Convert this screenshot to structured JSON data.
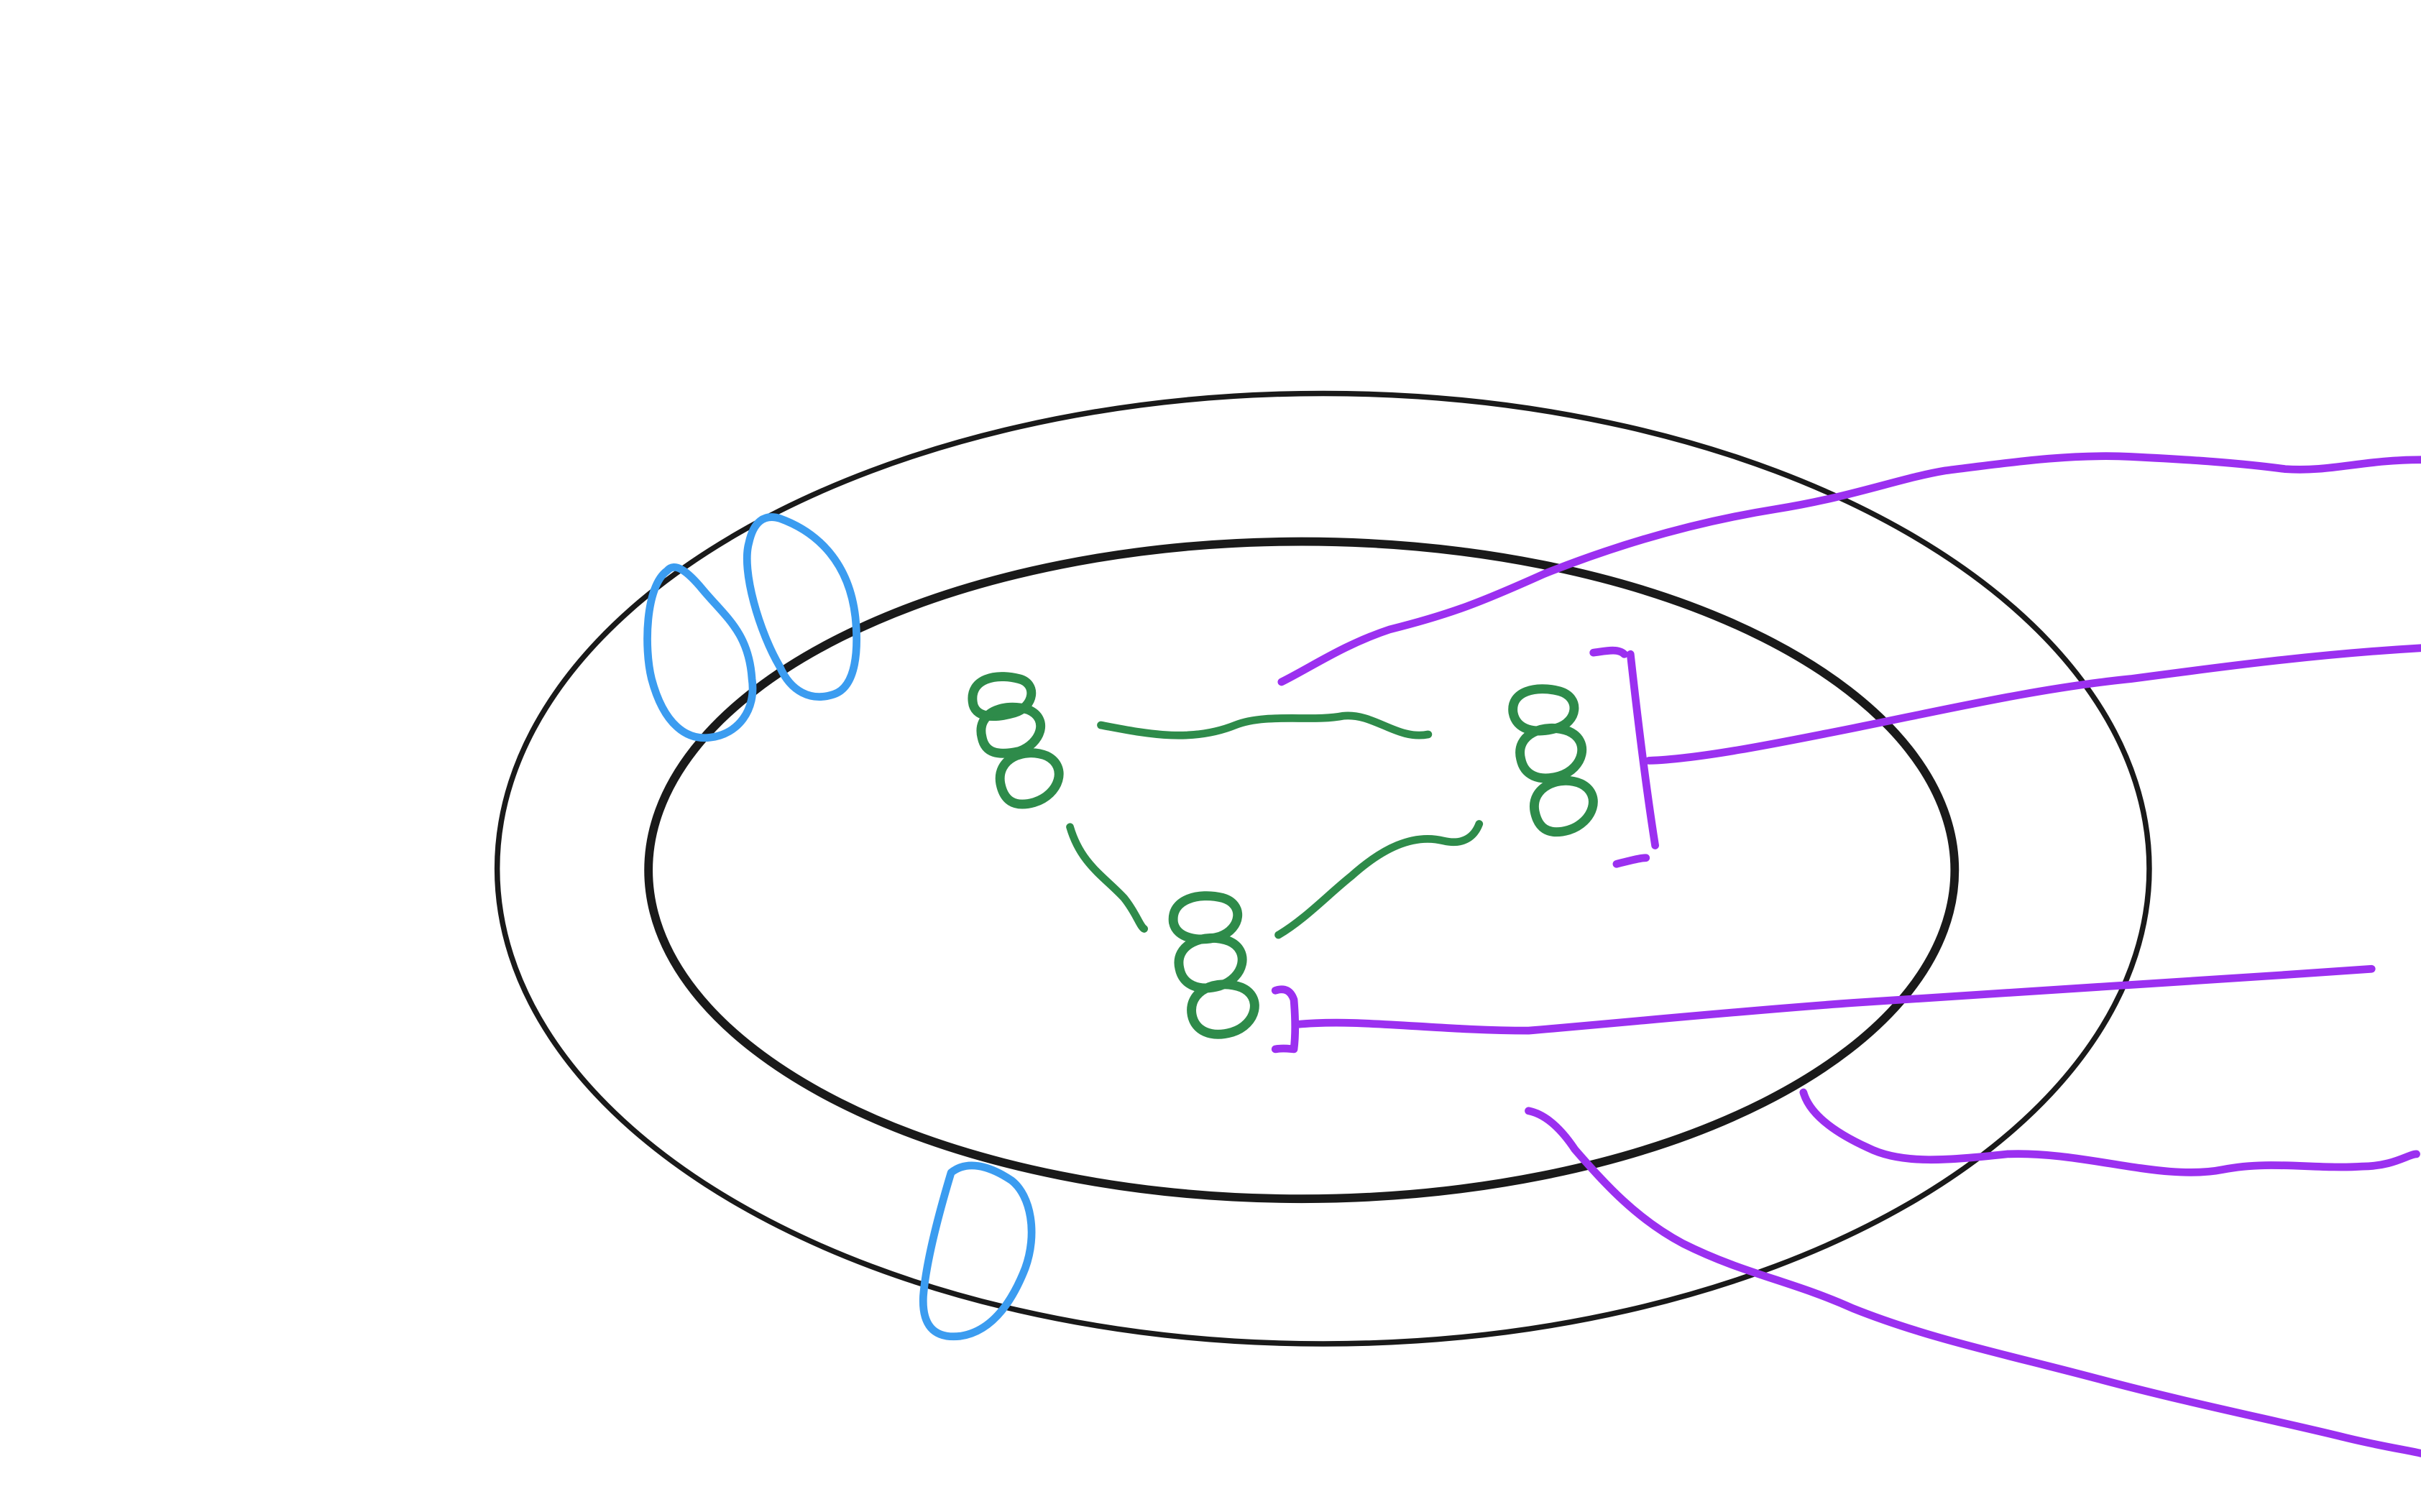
{
  "colors": {
    "background": "#ffffff",
    "outline": "#1a1a1a",
    "membrane_protein": "#3b9cf0",
    "molecule": "#2e8b4a",
    "pointer_line": "#9b30f0"
  },
  "shapes": {
    "outer_ellipse": "outer-ellipse",
    "inner_ellipse": "inner-ellipse",
    "blue_loops": [
      "blue-loop-1",
      "blue-loop-2",
      "blue-loop-3"
    ],
    "green_glyphs": [
      "green-glyph-left",
      "green-glyph-right",
      "green-glyph-bottom"
    ],
    "green_connectors": [
      "connector-top",
      "connector-left",
      "connector-right"
    ],
    "purple_lines": [
      "pointer-line-1",
      "pointer-line-2",
      "pointer-line-3",
      "pointer-line-4",
      "pointer-line-5"
    ]
  }
}
